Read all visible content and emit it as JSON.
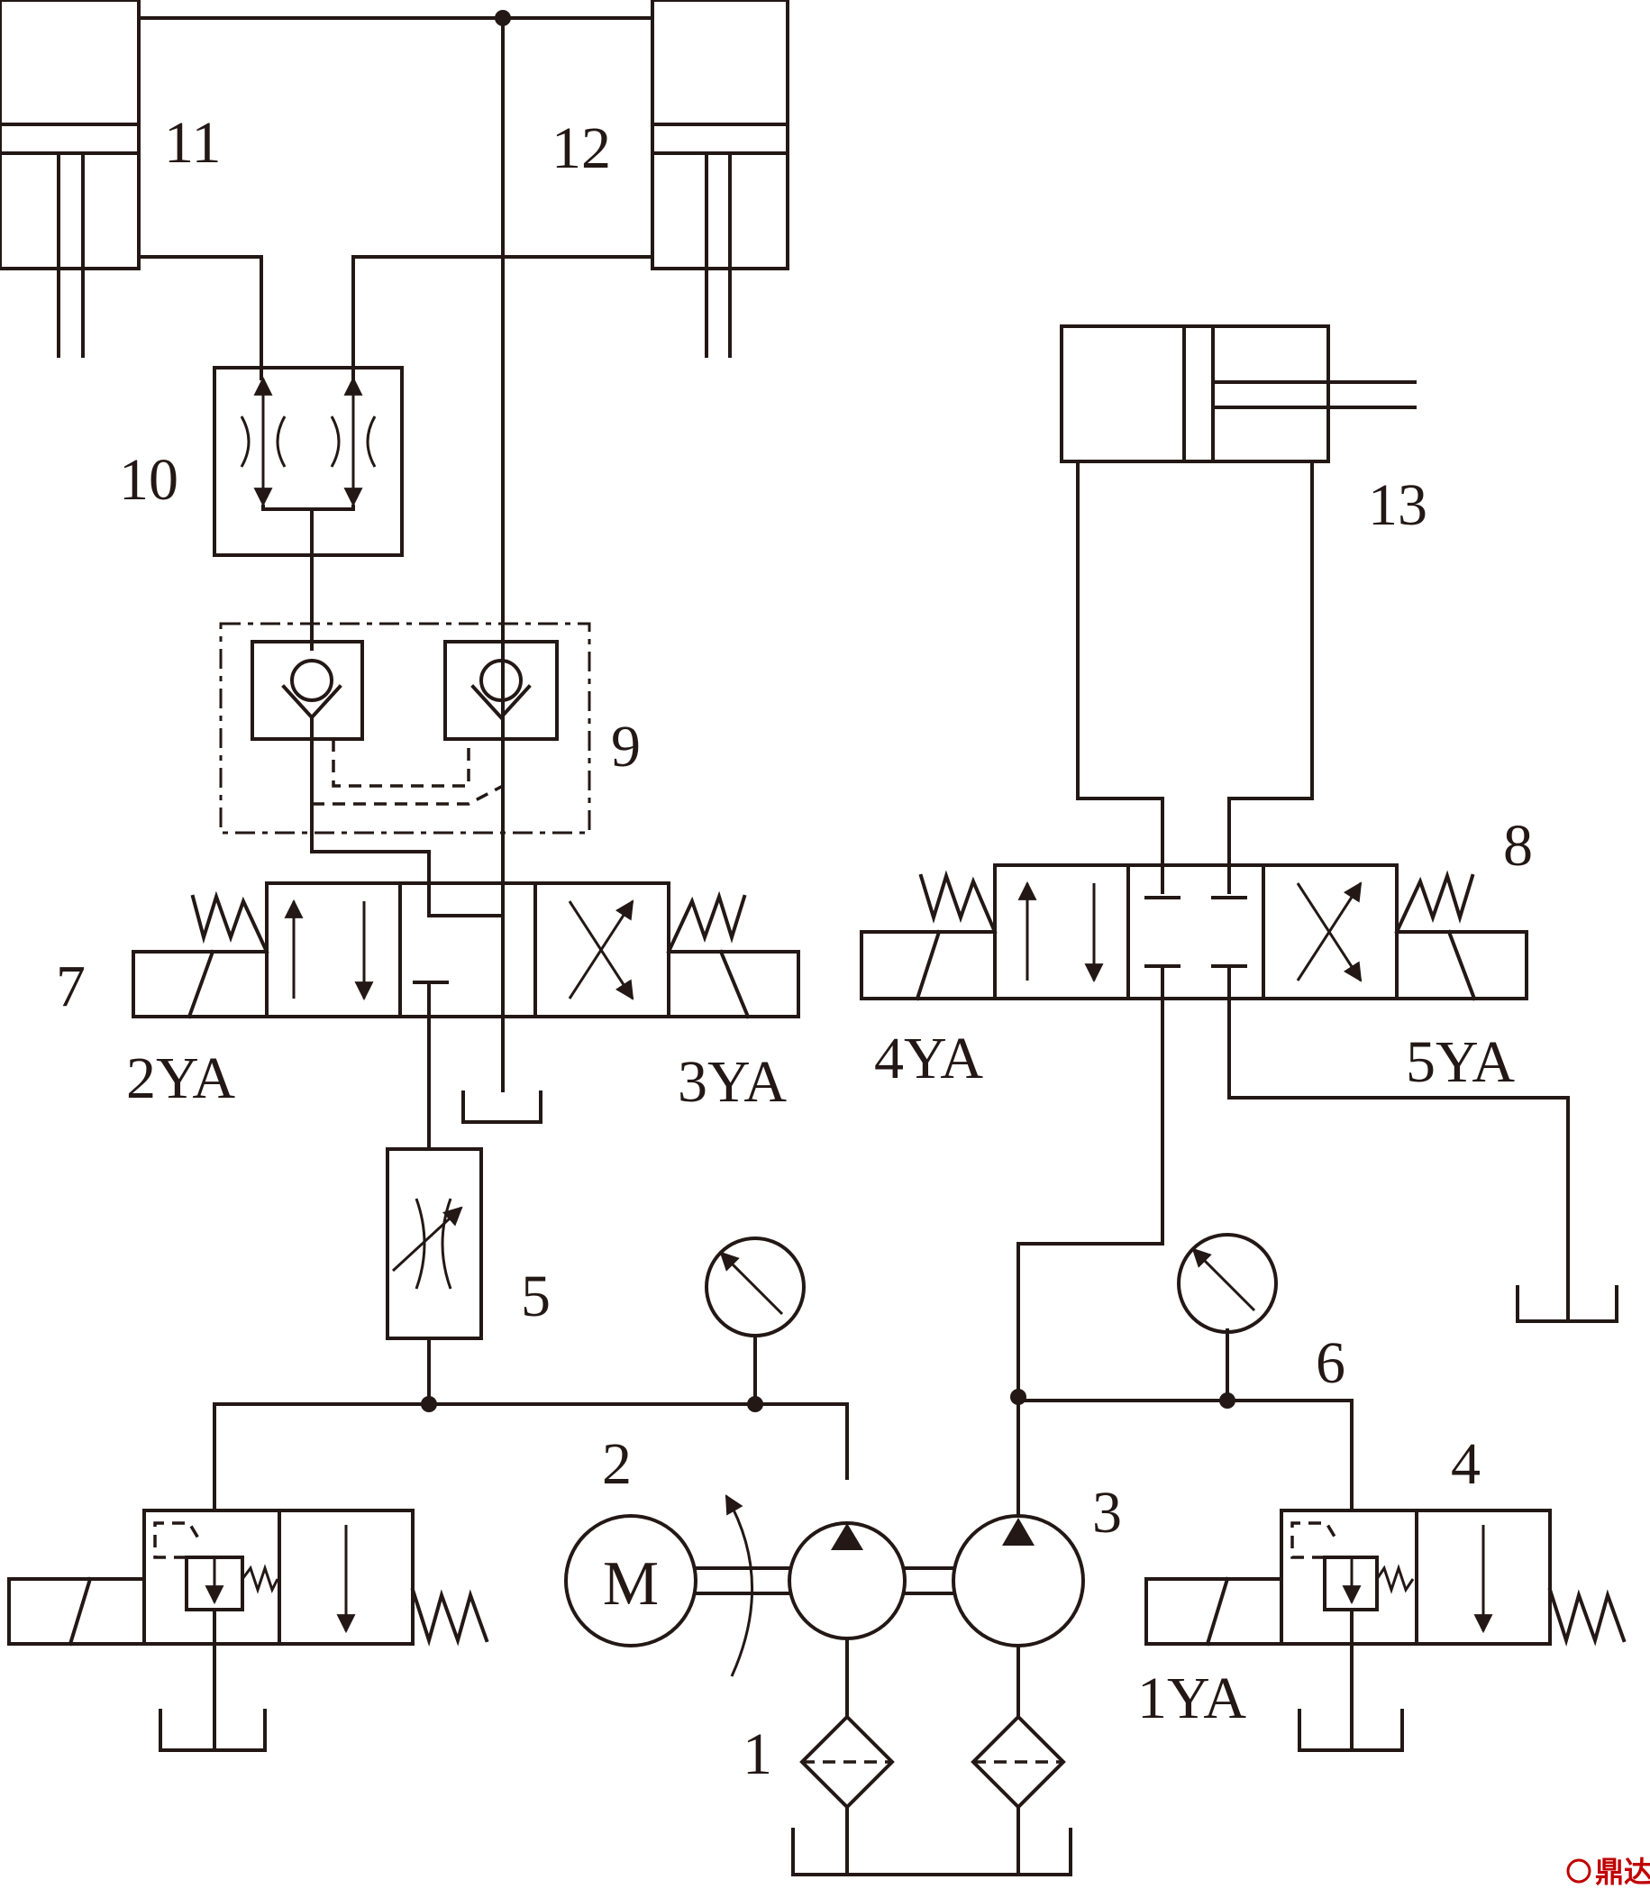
{
  "labels": {
    "c1": "1",
    "c2": "2",
    "c3": "3",
    "c4": "4",
    "c5": "5",
    "c6": "6",
    "c7": "7",
    "c8": "8",
    "c9": "9",
    "c10": "10",
    "c11": "11",
    "c12": "12",
    "c13": "13"
  },
  "solenoids": {
    "s1": "1YA",
    "s2": "2YA",
    "s3": "3YA",
    "s4": "4YA",
    "s5": "5YA"
  },
  "motor_letter": "M",
  "watermark": "鼎达信",
  "colors": {
    "ink": "#231815",
    "watermark": "#c00000"
  }
}
